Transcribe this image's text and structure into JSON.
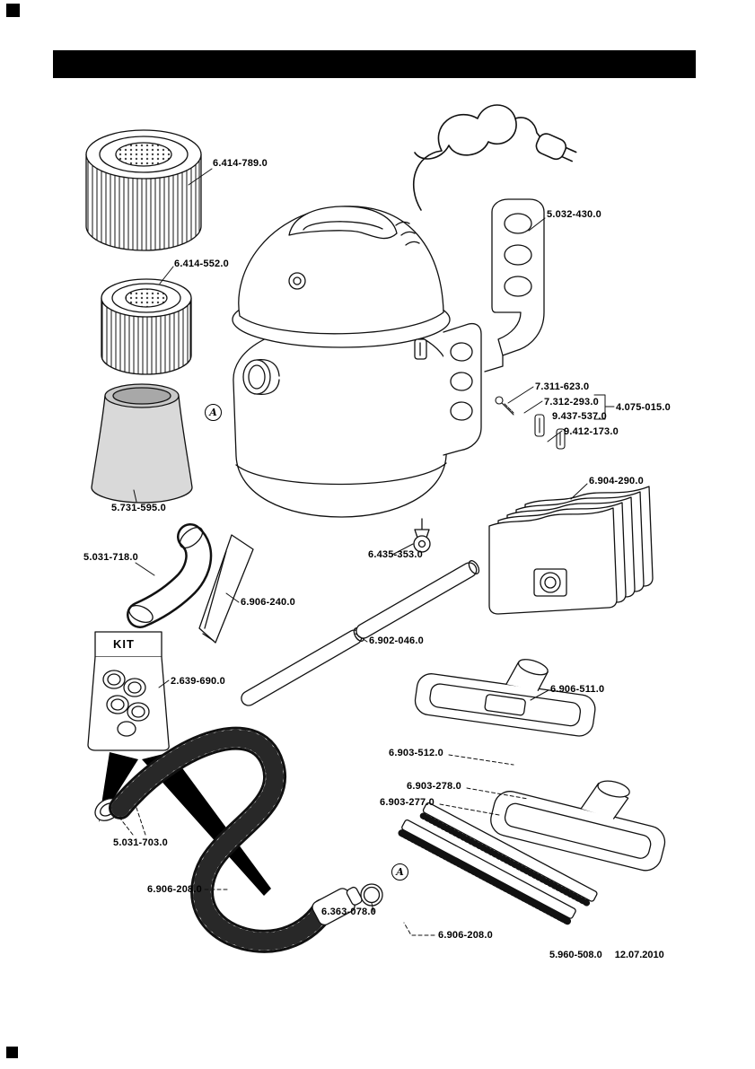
{
  "page": {
    "type": "exploded-parts-diagram",
    "header_bar_color": "#000000",
    "background": "#ffffff"
  },
  "labels": [
    {
      "part": "filter-cartridge-large",
      "text": "6.414-789.0"
    },
    {
      "part": "filter-cartridge-small",
      "text": "6.414-552.0"
    },
    {
      "part": "foam-filter-sleeve",
      "text": "5.731-595.0"
    },
    {
      "part": "accessory-holder",
      "text": "5.032-430.0"
    },
    {
      "part": "screw",
      "text": "7.311-623.0"
    },
    {
      "part": "clip",
      "text": "7.312-293.0"
    },
    {
      "part": "fastener-set",
      "text": "4.075-015.0"
    },
    {
      "part": "holder-clip",
      "text": "9.437-537.0"
    },
    {
      "part": "holder-insert",
      "text": "9.412-173.0"
    },
    {
      "part": "paper-filter-bags",
      "text": "6.904-290.0"
    },
    {
      "part": "caster-wheel",
      "text": "6.435-353.0"
    },
    {
      "part": "bend-handle",
      "text": "5.031-718.0"
    },
    {
      "part": "crevice-nozzle",
      "text": "6.906-240.0"
    },
    {
      "part": "suction-tube",
      "text": "6.902-046.0"
    },
    {
      "part": "adapter-kit",
      "text": "2.639-690.0"
    },
    {
      "part": "floor-nozzle",
      "text": "6.906-511.0"
    },
    {
      "part": "wet-floor-nozzle",
      "text": "6.903-512.0"
    },
    {
      "part": "squeegee-insert",
      "text": "6.903-278.0"
    },
    {
      "part": "brush-insert",
      "text": "6.903-277.0"
    },
    {
      "part": "hose-adapter-rings",
      "text": "5.031-703.0"
    },
    {
      "part": "suction-hose",
      "text": "6.906-208.0"
    },
    {
      "part": "o-ring",
      "text": "6.363-078.0"
    },
    {
      "part": "suction-hose-connector",
      "text": "6.906-208.0"
    }
  ],
  "kit": {
    "label": "KIT"
  },
  "detail_markers": [
    {
      "text": "A"
    },
    {
      "text": "A"
    }
  ],
  "footer": {
    "doc_number": "5.960-508.0",
    "date": "12.07.2010"
  }
}
